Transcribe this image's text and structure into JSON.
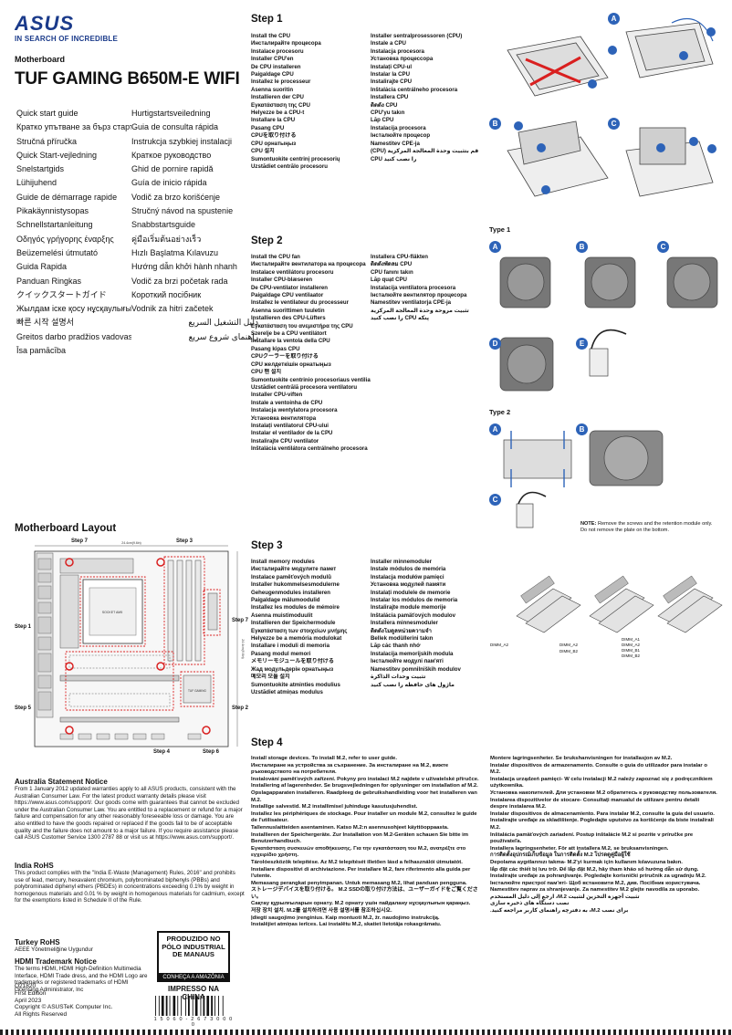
{
  "brand": {
    "logo_text": "ASUS",
    "tagline": "IN SEARCH OF INCREDIBLE"
  },
  "document": {
    "type": "Motherboard",
    "model": "TUF GAMING B650M-E WIFI"
  },
  "quick_start_guides": [
    "Quick start guide",
    "Hurtigstartsveiledning",
    "Кратко упътване за бърз старт",
    "Guia de consulta rápida",
    "Stručná příručka",
    "Instrukcja szybkiej instalacji",
    "Quick Start-vejledning",
    "Краткое руководство",
    "Snelstartgids",
    "Ghid de pornire rapidă",
    "Lühijuhend",
    "Guía de inicio rápida",
    "Guide de démarrage rapide",
    "Vodič za brzo korišćenje",
    "Pikakäynnistysopas",
    "Stručný návod na spustenie",
    "Schnellstartanleitung",
    "Snabbstartsguide",
    "Οδηγός γρήγορης έναρξης",
    "คู่มือเริ่มต้นอย่างเร็ว",
    "Beüzemelési útmutató",
    "Hızlı Başlatma Kılavuzu",
    "Guida Rapida",
    "Hướng dẫn khởi hành nhanh",
    "Panduan Ringkas",
    "Vodič za brzi početak rada",
    "クイックスタートガイド",
    "Короткий посібник",
    "Жылдам іске қосу нұсқаулығы",
    "Vodnik za hitri začetek",
    "빠른 시작 설명서",
    "دليل التشغيل السريع",
    "Greitos darbo pradžios vadovas",
    "راهنمای شروع سریع",
    "Īsa pamācība",
    ""
  ],
  "layout": {
    "title": "Motherboard Layout",
    "steps": [
      "Step 1",
      "Step 2",
      "Step 3",
      "Step 4",
      "Step 5",
      "Step 6",
      "Step 7"
    ],
    "dim_w": "24.4cm(9.6in)",
    "dim_h": "24.4cm(9.6in)",
    "socket_label": "SOCKET AM5",
    "board_brand": "TUF GAMING"
  },
  "notices": {
    "australia_title": "Australia Statement Notice",
    "australia_text": "From 1 January 2012 updated warranties apply to all ASUS products, consistent with the Australian Consumer Law. For the latest product warranty details please visit https://www.asus.com/support/. Our goods come with guarantees that cannot be excluded under the Australian Consumer Law. You are entitled to a replacement or refund for a major failure and compensation for any other reasonably foreseeable loss or damage. You are also entitled to have the goods repaired or replaced if the goods fail to be of acceptable quality and the failure does not amount to a major failure. If you require assistance please call ASUS Customer Service 1300 2787 88 or visit us at https://www.asus.com/support/.",
    "india_title": "India RoHS",
    "india_text": "This product complies with the \"India E-Waste (Management) Rules, 2016\" and prohibits use of lead, mercury, hexavalent chromium, polybrominated biphenyls (PBBs) and polybrominated diphenyl ethers (PBDEs) in concentrations exceeding 0.1% by weight in homogenous materials and 0.01 % by weight in homogenous materials for cadmium, except for the exemptions listed in Schedule II of the Rule.",
    "turkey_title": "Turkey RoHS",
    "turkey_text": "AEEE Yönetmeliğine Uygundur",
    "hdmi_title": "HDMI Trademark Notice",
    "hdmi_text": "The terms HDMI, HDMI High-Definition Multimedia Interface, HDMI Trade dress, and the HDMI Logo are trademarks or registered trademarks of HDMI Licensing Administrator, Inc"
  },
  "production": {
    "line1": "PRODUZIDO NO",
    "line2": "PÓLO INDUSTRIAL",
    "line3": "DE MANAUS",
    "amazon": "CONHEÇA A AMAZÔNIA",
    "imprint": "IMPRESSO NA CHINA",
    "barcode_number": "1 5 0 6 0 - 2 6 7 3 0 0 0 0"
  },
  "footer": {
    "code": "Q21820",
    "edition": "First Edition",
    "date": "April 2023",
    "copyright": "Copyright © ASUSTeK Computer Inc.",
    "rights": "All Rights Reserved"
  },
  "step1": {
    "title": "Step 1",
    "col1": [
      "Install the CPU",
      "Инсталирайте процесора",
      "Instalace procesoru",
      "Installer CPU'en",
      "De CPU installeren",
      "Paigaldage CPU",
      "Installez le processeur",
      "Asenna suoritin",
      "Installieren der CPU",
      "Εγκατάσταση της CPU",
      "Helyezze be a CPU-t",
      "Installare la CPU",
      "Pasang CPU",
      "CPUを取り付ける",
      "CPU орнатыңыз",
      "CPU 설치",
      "Sumontuokite centrinį procesorių",
      "Uzstādiet centrālo procesoru"
    ],
    "col2": [
      "Installer sentralprosessoren (CPU)",
      "Instale a CPU",
      "Instalacja procesora",
      "Установка процессора",
      "Instalați CPU-ul",
      "Instalar la CPU",
      "Instalirajte CPU",
      "Inštalácia centrálneho procesora",
      "Installera CPU",
      "ติดตั้ง CPU",
      "CPU'yu takın",
      "Lắp CPU",
      "Instalacija procesora",
      "Інсталюйте процесор",
      "Namestitev CPE-ja",
      "قم بتثبيت وحدة المعالجة المركزية (CPU)",
      "CPU را نصب کنید"
    ]
  },
  "step2": {
    "title": "Step 2",
    "col1": [
      "Install the CPU fan",
      "Инсталирайте вентилатора на процесора",
      "Instalace ventilátoru procesoru",
      "Installer CPU-blæseren",
      "De CPU-ventilator installeren",
      "Paigaldage CPU ventilaator",
      "Installez le ventilateur du processeur",
      "Asenna suorittimen tuuletin",
      "Installieren des CPU-Lüfters",
      "Εγκατάσταση του ανεμιστήρα της CPU",
      "Szerelje be a CPU ventilátort",
      "Installare la ventola della CPU",
      "Pasang kipas CPU",
      "CPUクーラーを取り付ける",
      "CPU желдеткішін орнатыңыз",
      "CPU 팬 설치",
      "Sumontuokite centrinio procesoriaus ventiliatorių",
      "Uzstādiet centrālā procesora ventilatoru",
      "Installer CPU-viften",
      "Instale a ventoinha de CPU",
      "Instalacja wentylatora procesora",
      "Установка вентилятора",
      "Instalați ventilatorul CPU-ului",
      "Instalar el ventilador de la CPU",
      "Instalirajte CPU ventilator",
      "Inštalácia ventilátora centrálneho procesora"
    ],
    "col2": [
      "Installera CPU-fläkten",
      "ติดตั้งพัดลม CPU",
      "CPU fanını takın",
      "Lắp quạt CPU",
      "Instalacija ventilatora procesora",
      "Інсталюйте вентилятор процесора",
      "Namestitev ventilatorja CPE-ja",
      "تثبيت مروحة وحدة المعالجة المركزية",
      "پنکه CPU را نصب کنید"
    ]
  },
  "step3": {
    "title": "Step 3",
    "col1": [
      "Install memory modules",
      "Инсталирайте модулите памет",
      "Instalace paměťových modulů",
      "Installer hukommelsesmodulerne",
      "Geheugenmodules installeren",
      "Paigaldage mälumoodulid",
      "Installez les modules de mémoire",
      "Asenna muistimoduulit",
      "Installieren der Speichermodule",
      "Εγκατάσταση των στοιχείων μνήμης",
      "Helyezze be a memória modulokat",
      "Installare i moduli di memoria",
      "Pasang modul memori",
      "メモリーモジュールを取り付ける",
      "Жад модульдерін орнатыңыз",
      "메모리 모듈 설치",
      "Sumontuokite atminties modulius",
      "Uzstādiet atmiņas modulus"
    ],
    "col2": [
      "Installer minnemoduler",
      "Instale módulos de memória",
      "Instalacja modułów pamięci",
      "Установка модулей памяти",
      "Instalați modulele de memorie",
      "Instalar los módulos de memoria",
      "Instalirajte module memorije",
      "Inštalácia pamäťových modulov",
      "Installera minnesmoduler",
      "ติดตั้งโมดูลหน่วยความจำ",
      "Bellek modüllerini takın",
      "Lắp các thanh nhớ",
      "Instalacija memorijskih modula",
      "Інсталюйте модулі пам'яті",
      "Namestitev pomnilniških modulov",
      "تثبيت وحدات الذاكرة",
      "ماژول های حافظه را نصب کنید"
    ]
  },
  "step4": {
    "title": "Step 4",
    "col1": [
      "Install storage devices. To install M.2, refer to user guide.",
      "Инсталиране на устройства за съхранение. За инсталиране на M.2, вижте ръководството на потребителя.",
      "Instalování paměťových zařízení. Pokyny pro instalaci M.2 najdete v uživatelské příručce.",
      "Installering af lagerenheder. Se brugsvejledningen for oplysninger om installation af M.2.",
      "Opslagapparaten installeren. Raadpleeg de gebruikshandleiding voor het installeren van M.2.",
      "Installige salvestid. M.2 installimisel juhinduge kasutusjuhendist.",
      "Installez les périphériques de stockage. Pour installer un module M.2, consultez le guide de l'utilisateur.",
      "Tallennuslaitteiden asentaminen. Katso M.2:n asennusohjeet käyttöoppaasta.",
      "Installieren der Speichergeräte. Zur Installation von M.2-Geräten schauen Sie bitte im Benutzerhandbuch.",
      "Εγκατάσταση συσκευών αποθήκευσης. Για την εγκατάσταση του M.2, ανατρέξτε στο εγχειρίδιο χρήστη.",
      "Tárolóeszközök telepítése. Az M.2 telepítését illetően lásd a felhasználói útmutatót.",
      "Installare dispositivi di archiviazione. Per installare M.2, fare riferimento alla guida per l'utente.",
      "Memasang perangkat penyimpanan. Untuk memasang M.2, lihat panduan pengguna.",
      "ストレージデバイスを取り付ける。 M.2 SSDの取り付け方法は、ユーザーガイドをご覧ください。",
      "Сақтау құрылғыларын орнату. M.2 орнату үшін пайдалану нұсқаулығын қараңыз.",
      "저장 장치 설치. M.2를 설치하려면 사용 설명서를 참조하십시오.",
      "Įdiegti saugojimo įrenginius. Kaip montuoti M.2, žr. naudojimo instrukciją.",
      "Instalējiet atmiņas ierīces. Lai instalētu M.2, skatiet lietotāja rokasgrāmatu."
    ],
    "col2": [
      "Montere lagringsenheter. Se brukshanvisningen for installasjon av M.2.",
      "Instalar dispositivos de armazenamento. Consulte o guia do utilizador para instalar o M.2.",
      "Instalacja urządzeń pamięci- W celu instalacji M.2 należy zapoznać się z podręcznikiem użytkownika.",
      "Установка накопителей. Для установки M.2 обратитесь к руководству пользователя.",
      "Instalarea dispozitivelor de stocare- Consultați manualul de utilizare pentru detalii despre instalarea M.2.",
      "Instalar dispositivos de almacenamiento. Para instalar M.2, consulte la guía del usuario.",
      "Instalirajte uređaje za skladištenje. Pogledajte uputstvo za korišćenje da biste instalirali M.2.",
      "Inštalácia pamäťových zariadení. Postup inštalácie M.2 si pozrite v príručke pre používateľa.",
      "Installera lagringsenheter. För att installera M.2, se bruksanvisningen.",
      "การติดตั้งอุปกรณ์เก็บข้อมูล ในการติดตั้ง M.2 โปรดดูคู่มือผู้ใช้",
      "Depolama aygıtlarınızı takma- M.2'yi kurmak için kullanım kılavuzuna bakın.",
      "lắp đặt các thiết bị lưu trữ. Để lắp đặt M.2, hãy tham khảo sổ hướng dẫn sử dụng.",
      "Instalirajte uređaje za pohranjivanje. Pogledajte korisnički priručnik za ugradnju M.2.",
      "Інсталюйте пристрої пам'яті- Щоб встановити M.2, див. Посібник користувача.",
      "Namestitev naprav za shranjevanje. Za namestitev M.2 glejte navodila za uporabo.",
      "تثبيت أجهزة التخزين لتثبيت M.2، ارجع إلى دليل المستخدم",
      "نصب دستگاه های ذخیره سازی",
      "برای نصب M.2، به دفترچه راهنمای کاربر مراجعه کنید."
    ]
  },
  "figures": {
    "step1_labels": [
      "A",
      "B",
      "C"
    ],
    "type1_title": "Type 1",
    "type1_labels": [
      "A",
      "B",
      "C",
      "D",
      "E"
    ],
    "type2_title": "Type 2",
    "type2_labels": [
      "A",
      "B",
      "C"
    ],
    "note_title": "NOTE:",
    "note_text": "Remove the screws and the retention module only. Do not remove the plate on the bottom.",
    "dimm_labels": [
      "DIMM_A2",
      "DIMM_A2",
      "DIMM_B2",
      "DIMM_A1",
      "DIMM_A2",
      "DIMM_B1",
      "DIMM_B2"
    ]
  },
  "colors": {
    "brand_blue": "#1a3a8a",
    "label_blue": "#2d63b8",
    "marker_red": "#d92020"
  }
}
